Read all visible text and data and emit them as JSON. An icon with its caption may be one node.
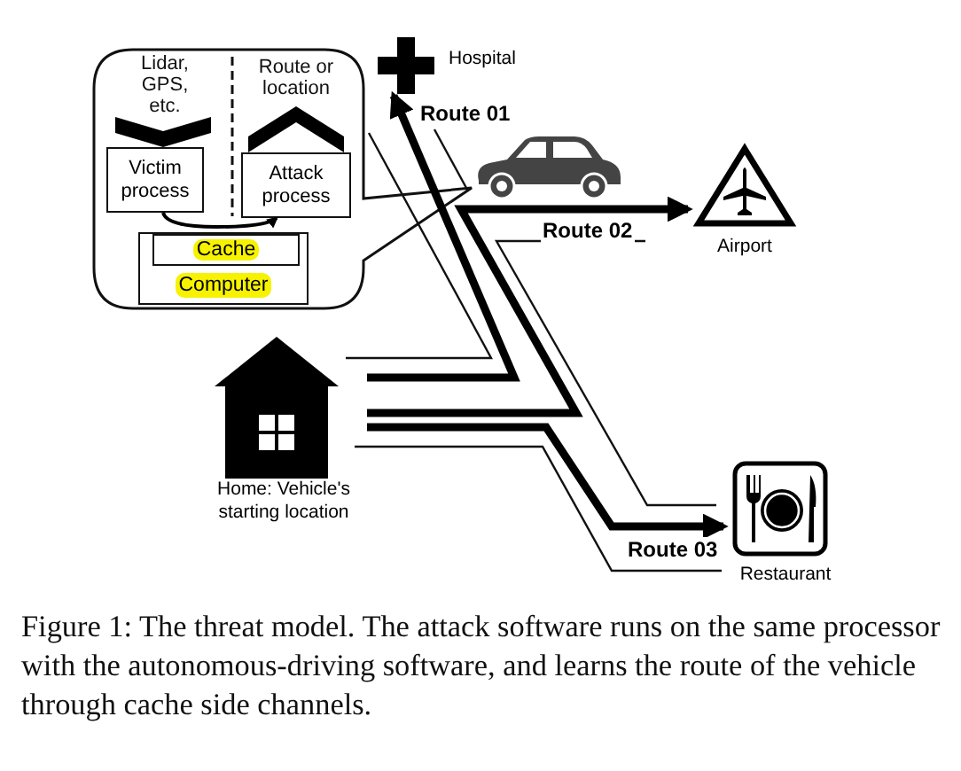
{
  "diagram": {
    "caption": "Figure 1: The threat model. The attack software runs on the same processor with the autonomous-driving software, and learns the route of the vehicle through cache side channels.",
    "nodes": [
      {
        "text": [],
        "shape": "bubble"
      },
      {
        "text": [
          "Lidar, GPS, etc."
        ],
        "in": 0
      },
      {
        "text": [
          "Route or location"
        ],
        "in": 0
      },
      {
        "text": [
          "Victim process"
        ],
        "in": 0
      },
      {
        "text": [
          "Attack process"
        ],
        "in": 0
      },
      {
        "text": [
          "Computer"
        ],
        "in": 0
      },
      {
        "text": [
          "Cache"
        ],
        "in": 5
      },
      {
        "text": [
          "Home: Vehicle's starting location"
        ]
      },
      {
        "text": [
          "Hospital"
        ]
      },
      {
        "text": [
          "Airport"
        ]
      },
      {
        "text": [
          "Restaurant"
        ]
      }
    ],
    "edges": [
      {
        "from": 1,
        "to": 3,
        "arrow": "to"
      },
      {
        "from": 4,
        "to": 2,
        "arrow": "to"
      },
      {
        "from": 3,
        "to": 4,
        "arrow": "to"
      },
      {
        "from": 7,
        "to": 8,
        "arrow": "to",
        "label": "Route 01"
      },
      {
        "from": 7,
        "to": 9,
        "arrow": "to",
        "label": "Route 02"
      },
      {
        "from": 7,
        "to": 10,
        "arrow": "to",
        "label": "Route 03"
      }
    ]
  }
}
